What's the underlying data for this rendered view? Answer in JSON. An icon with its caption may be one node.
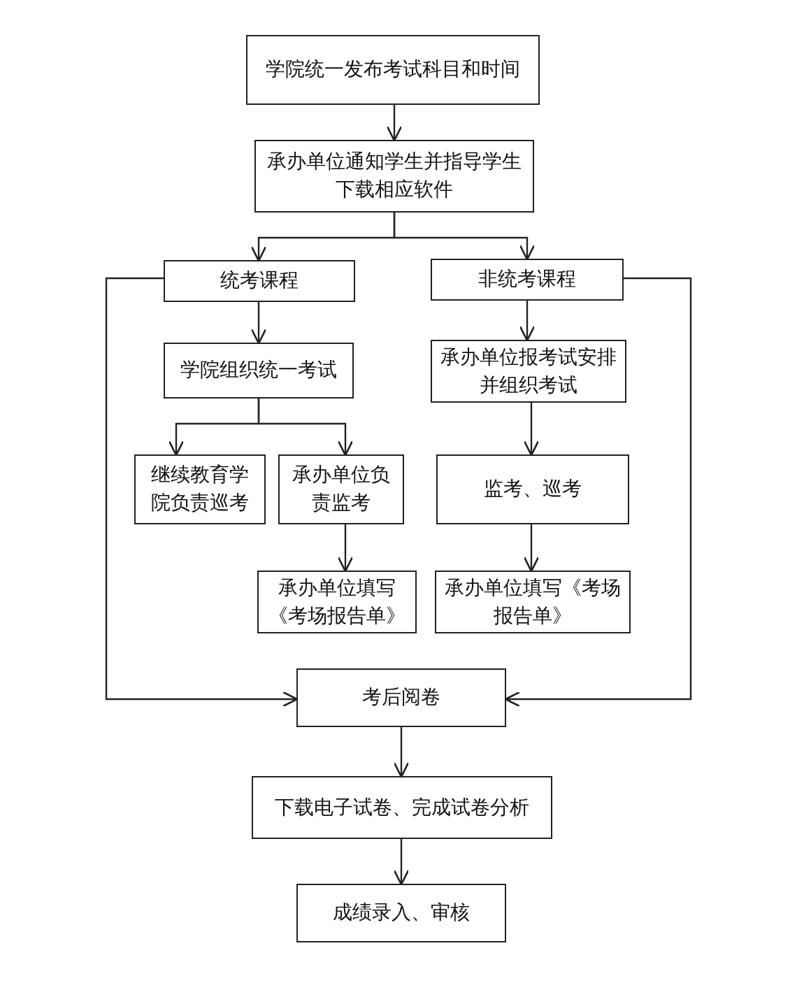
{
  "diagram": {
    "nodes": [
      {
        "text": [
          "学院统一发布考试科目和时间"
        ]
      },
      {
        "text": [
          "承办单位通知学生并指导学生下载相应软件"
        ]
      },
      {
        "text": [
          "统考课程"
        ]
      },
      {
        "text": [
          "非统考课程"
        ]
      },
      {
        "text": [
          "学院组织统一考试"
        ]
      },
      {
        "text": [
          "承办单位报考试安排并组织考试"
        ]
      },
      {
        "text": [
          "继续教育学院负责巡考"
        ]
      },
      {
        "text": [
          "承办单位负责监考"
        ]
      },
      {
        "text": [
          "监考、巡考"
        ]
      },
      {
        "text": [
          "承办单位填写《考场报告单》"
        ]
      },
      {
        "text": [
          "承办单位填写《考场报告单》"
        ]
      },
      {
        "text": [
          "考后阅卷"
        ]
      },
      {
        "text": [
          "下载电子试卷、完成试卷分析"
        ]
      },
      {
        "text": [
          "成绩录入、审核"
        ]
      }
    ],
    "edges": [
      {
        "from": 0,
        "to": 1,
        "arrow": "to"
      },
      {
        "from": 1,
        "to": 2,
        "arrow": "to"
      },
      {
        "from": 1,
        "to": 3,
        "arrow": "to"
      },
      {
        "from": 2,
        "to": 4,
        "arrow": "to"
      },
      {
        "from": 4,
        "to": 6,
        "arrow": "to"
      },
      {
        "from": 4,
        "to": 7,
        "arrow": "to"
      },
      {
        "from": 7,
        "to": 9,
        "arrow": "to"
      },
      {
        "from": 3,
        "to": 5,
        "arrow": "to"
      },
      {
        "from": 5,
        "to": 8,
        "arrow": "to"
      },
      {
        "from": 8,
        "to": 10,
        "arrow": "to"
      },
      {
        "from": 2,
        "to": 11,
        "arrow": "to"
      },
      {
        "from": 3,
        "to": 11,
        "arrow": "to"
      },
      {
        "from": 11,
        "to": 12,
        "arrow": "to"
      },
      {
        "from": 12,
        "to": 13,
        "arrow": "to"
      }
    ]
  }
}
